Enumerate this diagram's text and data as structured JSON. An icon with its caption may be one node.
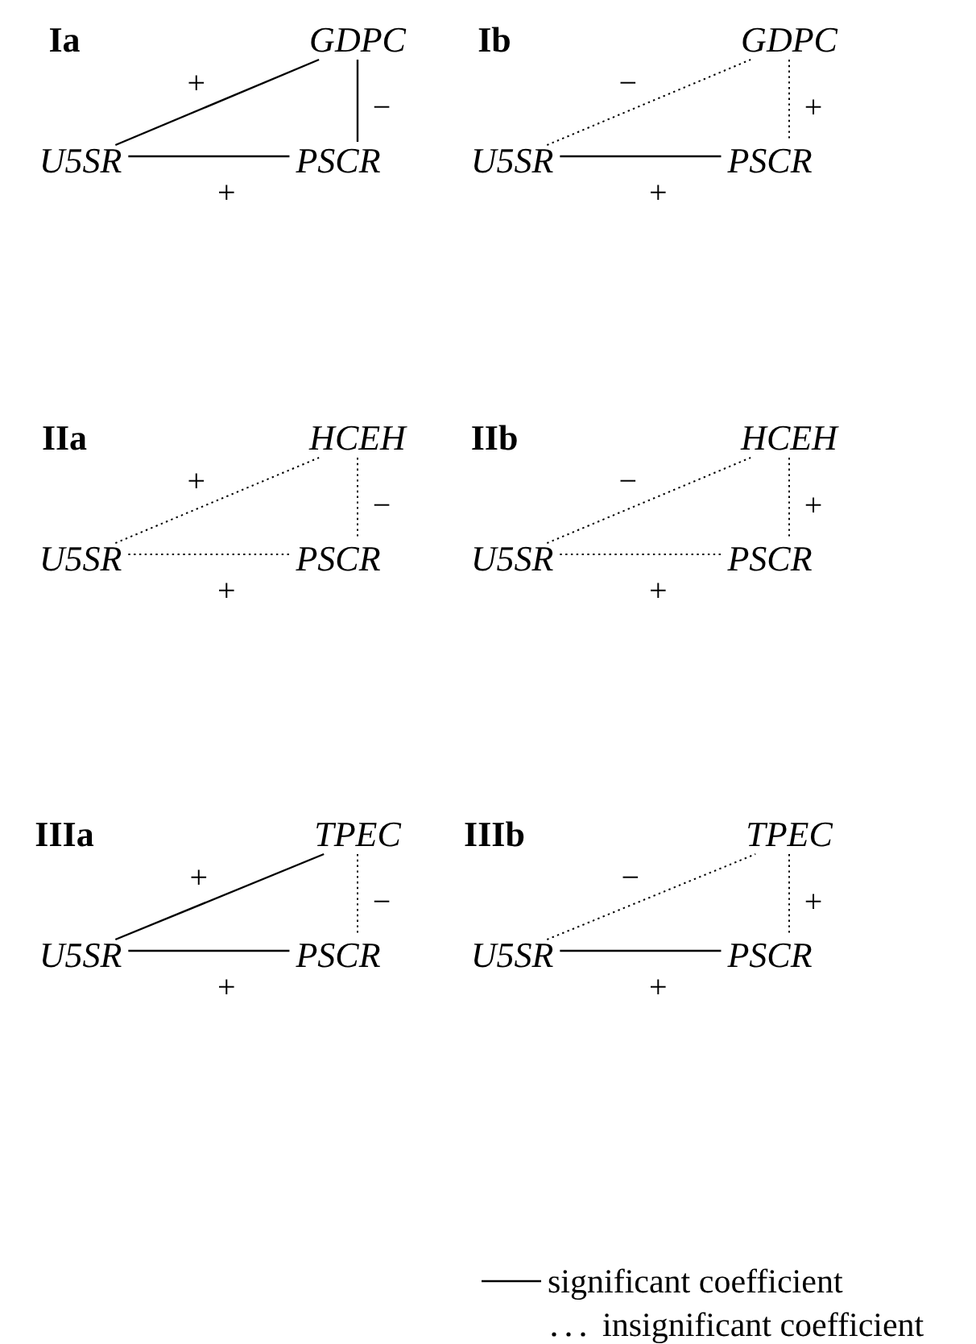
{
  "diagram": {
    "nodes": [
      {
        "text": [
          "GDPC"
        ]
      },
      {
        "text": [
          "U5SR"
        ]
      },
      {
        "text": [
          "PSCR"
        ]
      },
      {
        "text": [
          "GDPC"
        ]
      },
      {
        "text": [
          "U5SR"
        ]
      },
      {
        "text": [
          "PSCR"
        ]
      },
      {
        "text": [
          "HCEH"
        ]
      },
      {
        "text": [
          "U5SR"
        ]
      },
      {
        "text": [
          "PSCR"
        ]
      },
      {
        "text": [
          "HCEH"
        ]
      },
      {
        "text": [
          "U5SR"
        ]
      },
      {
        "text": [
          "PSCR"
        ]
      },
      {
        "text": [
          "TPEC"
        ]
      },
      {
        "text": [
          "U5SR"
        ]
      },
      {
        "text": [
          "PSCR"
        ]
      },
      {
        "text": [
          "TPEC"
        ]
      },
      {
        "text": [
          "U5SR"
        ]
      },
      {
        "text": [
          "PSCR"
        ]
      }
    ],
    "edges": [
      {
        "from": 1,
        "to": 0,
        "arrow": "none",
        "label": "+"
      },
      {
        "from": 0,
        "to": 2,
        "arrow": "none",
        "label": "−"
      },
      {
        "from": 1,
        "to": 2,
        "arrow": "none",
        "label": "+"
      },
      {
        "from": 4,
        "to": 3,
        "arrow": "none",
        "label": "−",
        "style": "dashed"
      },
      {
        "from": 3,
        "to": 5,
        "arrow": "none",
        "label": "+",
        "style": "dashed"
      },
      {
        "from": 4,
        "to": 5,
        "arrow": "none",
        "label": "+"
      },
      {
        "from": 7,
        "to": 6,
        "arrow": "none",
        "label": "+",
        "style": "dashed"
      },
      {
        "from": 6,
        "to": 8,
        "arrow": "none",
        "label": "−",
        "style": "dashed"
      },
      {
        "from": 7,
        "to": 8,
        "arrow": "none",
        "label": "+",
        "style": "dashed"
      },
      {
        "from": 10,
        "to": 9,
        "arrow": "none",
        "label": "−",
        "style": "dashed"
      },
      {
        "from": 9,
        "to": 11,
        "arrow": "none",
        "label": "+",
        "style": "dashed"
      },
      {
        "from": 10,
        "to": 11,
        "arrow": "none",
        "label": "+",
        "style": "dashed"
      },
      {
        "from": 13,
        "to": 12,
        "arrow": "none",
        "label": "+"
      },
      {
        "from": 12,
        "to": 14,
        "arrow": "none",
        "label": "−",
        "style": "dashed"
      },
      {
        "from": 13,
        "to": 14,
        "arrow": "none",
        "label": "+"
      },
      {
        "from": 16,
        "to": 15,
        "arrow": "none",
        "label": "−",
        "style": "dashed"
      },
      {
        "from": 15,
        "to": 17,
        "arrow": "none",
        "label": "+",
        "style": "dashed"
      },
      {
        "from": 16,
        "to": 17,
        "arrow": "none",
        "label": "+"
      }
    ],
    "labels": [
      "Ia",
      "Ib",
      "IIa",
      "IIb",
      "IIIa",
      "IIIb"
    ],
    "legend": [
      {
        "text": "significant coefficient"
      },
      {
        "text": "insignificant coefficient"
      }
    ]
  }
}
